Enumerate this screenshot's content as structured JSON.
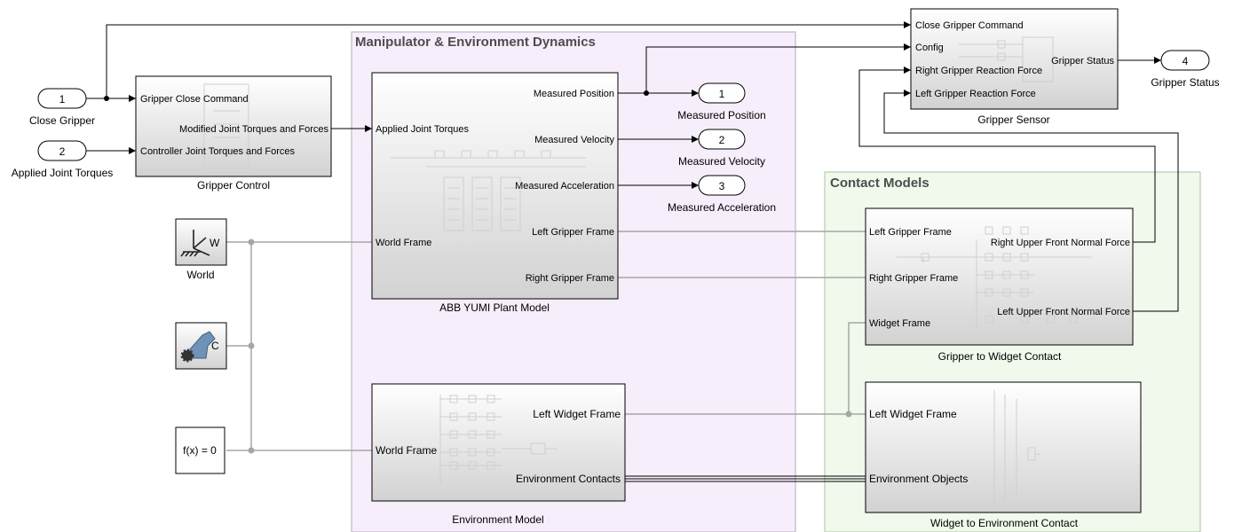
{
  "areas": {
    "manipulator": "Manipulator & Environment Dynamics",
    "contact": "Contact Models"
  },
  "inports": [
    {
      "num": "1",
      "name": "Close Gripper"
    },
    {
      "num": "2",
      "name": "Applied Joint Torques"
    }
  ],
  "outports": [
    {
      "num": "1",
      "name": "Measured Position"
    },
    {
      "num": "2",
      "name": "Measured Velocity"
    },
    {
      "num": "3",
      "name": "Measured Acceleration"
    },
    {
      "num": "4",
      "name": "Gripper Status"
    }
  ],
  "blocks": {
    "gripper_control": {
      "name": "Gripper Control",
      "ports": [
        "Gripper Close Command",
        "Modified Joint Torques and Forces",
        "Controller Joint Torques and Forces"
      ]
    },
    "plant": {
      "name": "ABB YUMI Plant Model",
      "ports": [
        "Applied Joint Torques",
        "World Frame",
        "Measured Position",
        "Measured Velocity",
        "Measured Acceleration",
        "Left Gripper Frame",
        "Right Gripper Frame"
      ]
    },
    "environment": {
      "name": "Environment Model",
      "ports": [
        "World Frame",
        "Left Widget Frame",
        "Environment Contacts"
      ]
    },
    "gripper_sensor": {
      "name": "Gripper Sensor",
      "ports": [
        "Close Gripper Command",
        "Config",
        "Right Gripper Reaction Force",
        "Left Gripper Reaction Force",
        "Gripper Status"
      ]
    },
    "gripper_widget": {
      "name": "Gripper to Widget Contact",
      "ports": [
        "Left Gripper Frame",
        "Right Gripper Frame",
        "Widget Frame",
        "Right Upper Front Normal Force",
        "Left Upper Front Normal Force"
      ]
    },
    "widget_env": {
      "name": "Widget to Environment Contact",
      "ports": [
        "Left Widget Frame",
        "Environment Objects"
      ]
    },
    "world": {
      "name": "World",
      "icon_label": "W"
    },
    "mech_config": {
      "icon_label": "C"
    },
    "solver": {
      "label": "f(x) = 0"
    }
  },
  "colors": {
    "manipulator_area": "#f7eefb",
    "contact_area": "#f1f8ec",
    "block_top": "#ffffff",
    "block_bottom": "#d4d4d4",
    "physical_line": "#a6a6a6"
  }
}
